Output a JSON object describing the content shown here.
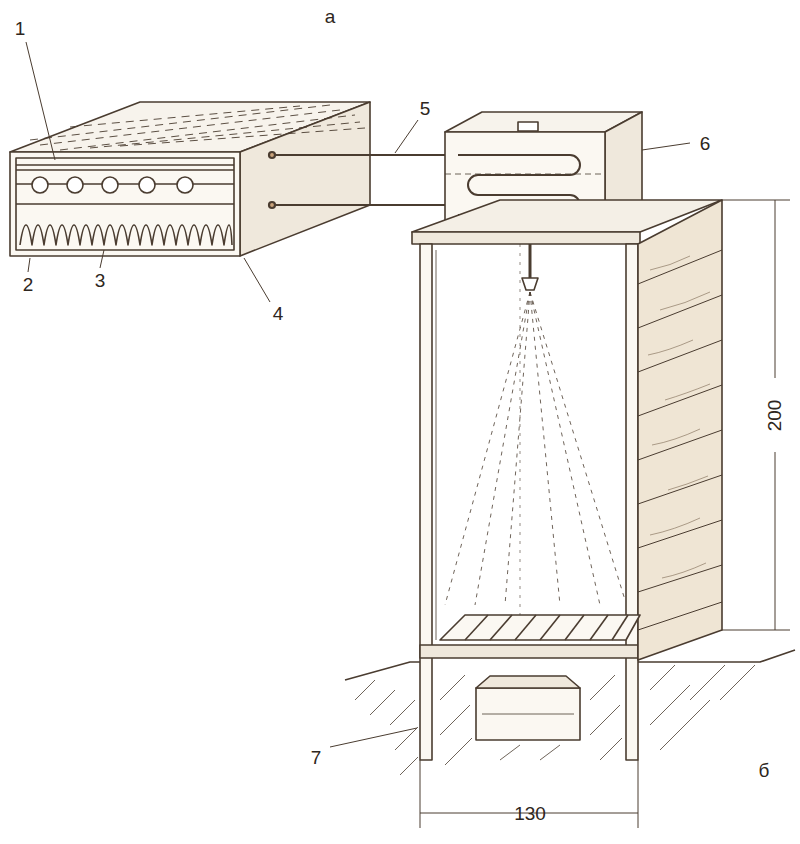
{
  "diagram": {
    "labels": [
      "а",
      "1",
      "5",
      "6",
      "2",
      "3",
      "4",
      "200",
      "7",
      "б",
      "130"
    ]
  }
}
